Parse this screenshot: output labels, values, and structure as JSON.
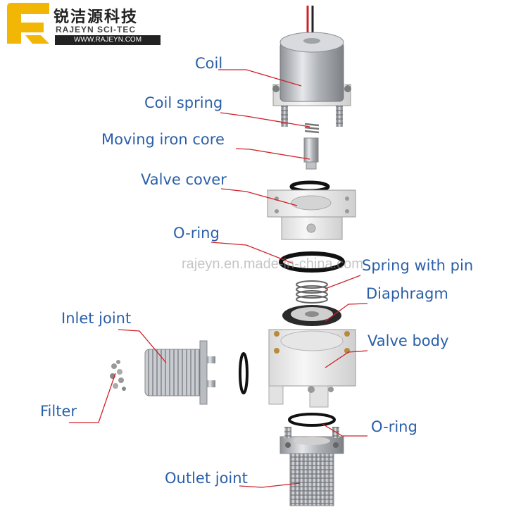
{
  "brand": {
    "name_cn": "锐洁源科技",
    "name_en": "RAJEYN SCI-TEC",
    "url": "WWW.RAJEYN.COM",
    "logo_color": "#f2b705"
  },
  "watermark": "rajeyn.en.made-in-china.com",
  "parts": [
    {
      "id": "coil",
      "label": "Coil"
    },
    {
      "id": "coil-spring",
      "label": "Coil spring"
    },
    {
      "id": "moving-iron-core",
      "label": "Moving iron core"
    },
    {
      "id": "valve-cover",
      "label": "Valve cover"
    },
    {
      "id": "o-ring-upper",
      "label": "O-ring"
    },
    {
      "id": "spring-with-pin",
      "label": "Spring with pin"
    },
    {
      "id": "diaphragm",
      "label": "Diaphragm"
    },
    {
      "id": "inlet-joint",
      "label": "Inlet joint"
    },
    {
      "id": "valve-body",
      "label": "Valve body"
    },
    {
      "id": "filter",
      "label": "Filter"
    },
    {
      "id": "o-ring-lower",
      "label": "O-ring"
    },
    {
      "id": "outlet-joint",
      "label": "Outlet joint"
    }
  ],
  "colors": {
    "label_text": "#2a5fa8",
    "leader_line": "#d0202a",
    "metal": "#b9bcc1",
    "plastic": "#eeeeee",
    "rubber": "#111111"
  }
}
